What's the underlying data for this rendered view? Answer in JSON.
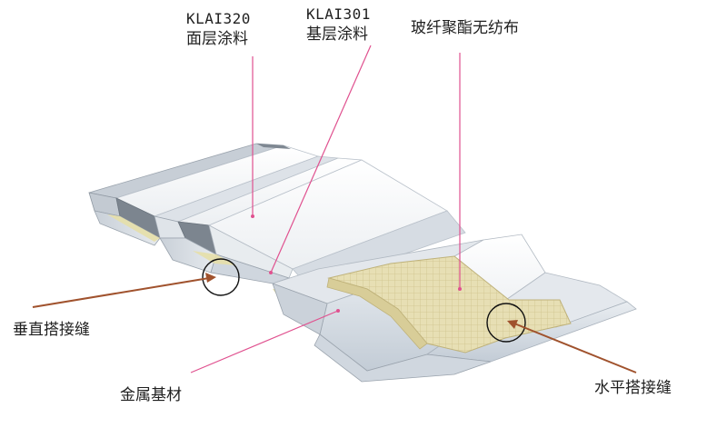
{
  "labels": {
    "top_coat": {
      "code": "KLAI320",
      "name": "面层涂料"
    },
    "base_coat": {
      "code": "KLAI301",
      "name": "基层涂料"
    },
    "fabric": "玻纤聚酯无纺布",
    "vertical_lap": "垂直搭接缝",
    "substrate": "金属基材",
    "horizontal_lap": "水平搭接缝"
  },
  "colors": {
    "leader_line": "#e0518f",
    "pointer_arrow": "#a0522d",
    "fabric": "#e7dfb4",
    "coating": "#f5f6f7",
    "metal": "#d3dae3",
    "callout_circle": "#111111"
  }
}
